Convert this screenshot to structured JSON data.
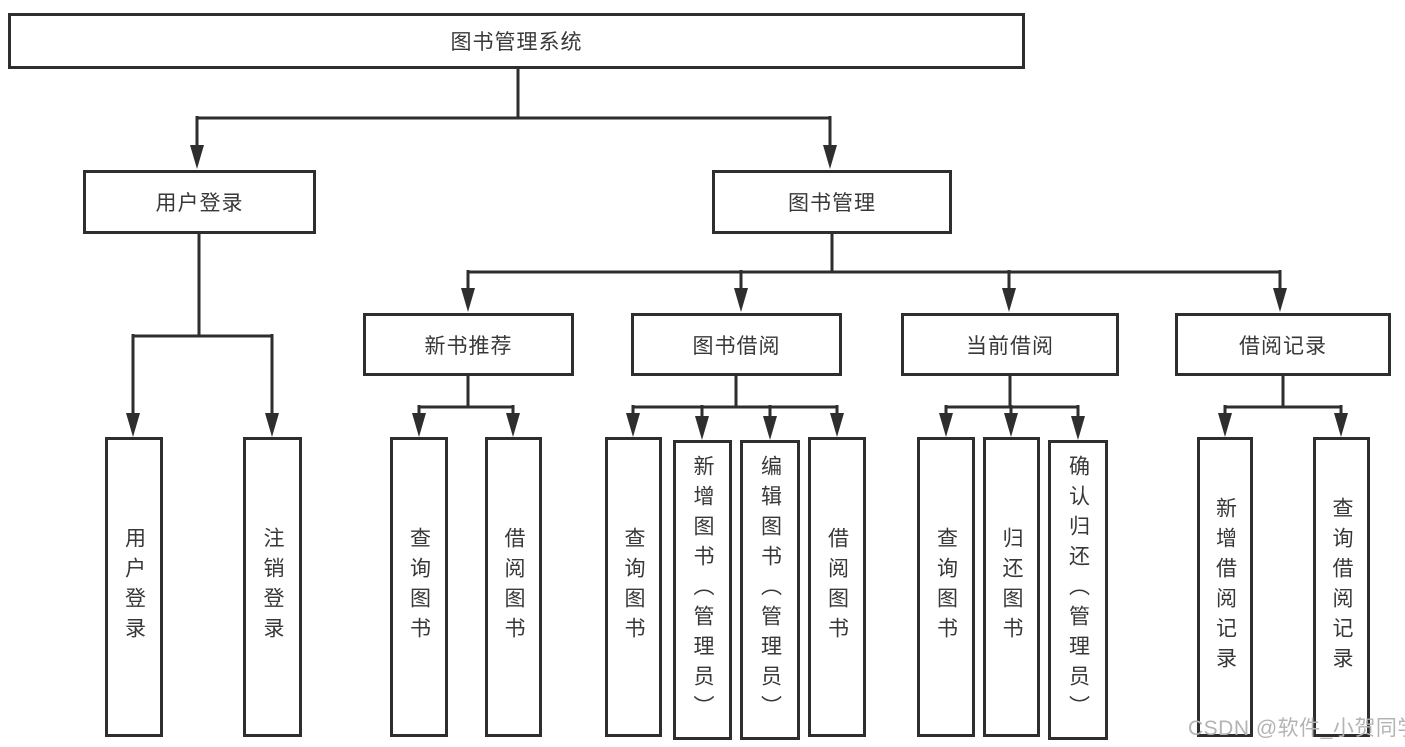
{
  "diagram_title": "图书管理系统",
  "tree": {
    "label": "图书管理系统",
    "children": [
      {
        "label": "用户登录",
        "children": [
          {
            "label": "用户登录"
          },
          {
            "label": "注销登录"
          }
        ]
      },
      {
        "label": "图书管理",
        "children": [
          {
            "label": "新书推荐",
            "children": [
              {
                "label": "查询图书"
              },
              {
                "label": "借阅图书"
              }
            ]
          },
          {
            "label": "图书借阅",
            "children": [
              {
                "label": "查询图书"
              },
              {
                "label": "新增图书（管理员）"
              },
              {
                "label": "编辑图书（管理员）"
              },
              {
                "label": "借阅图书"
              }
            ]
          },
          {
            "label": "当前借阅",
            "children": [
              {
                "label": "查询图书"
              },
              {
                "label": "归还图书"
              },
              {
                "label": "确认归还（管理员）"
              }
            ]
          },
          {
            "label": "借阅记录",
            "children": [
              {
                "label": "新增借阅记录"
              },
              {
                "label": "查询借阅记录"
              }
            ]
          }
        ]
      }
    ]
  },
  "watermark": "CSDN @软件_小贺同学",
  "colors": {
    "line": "#2e2e2e",
    "box_border": "#2e2e2e",
    "text": "#383838",
    "watermark": "#b4b4b4",
    "background": "#ffffff"
  }
}
